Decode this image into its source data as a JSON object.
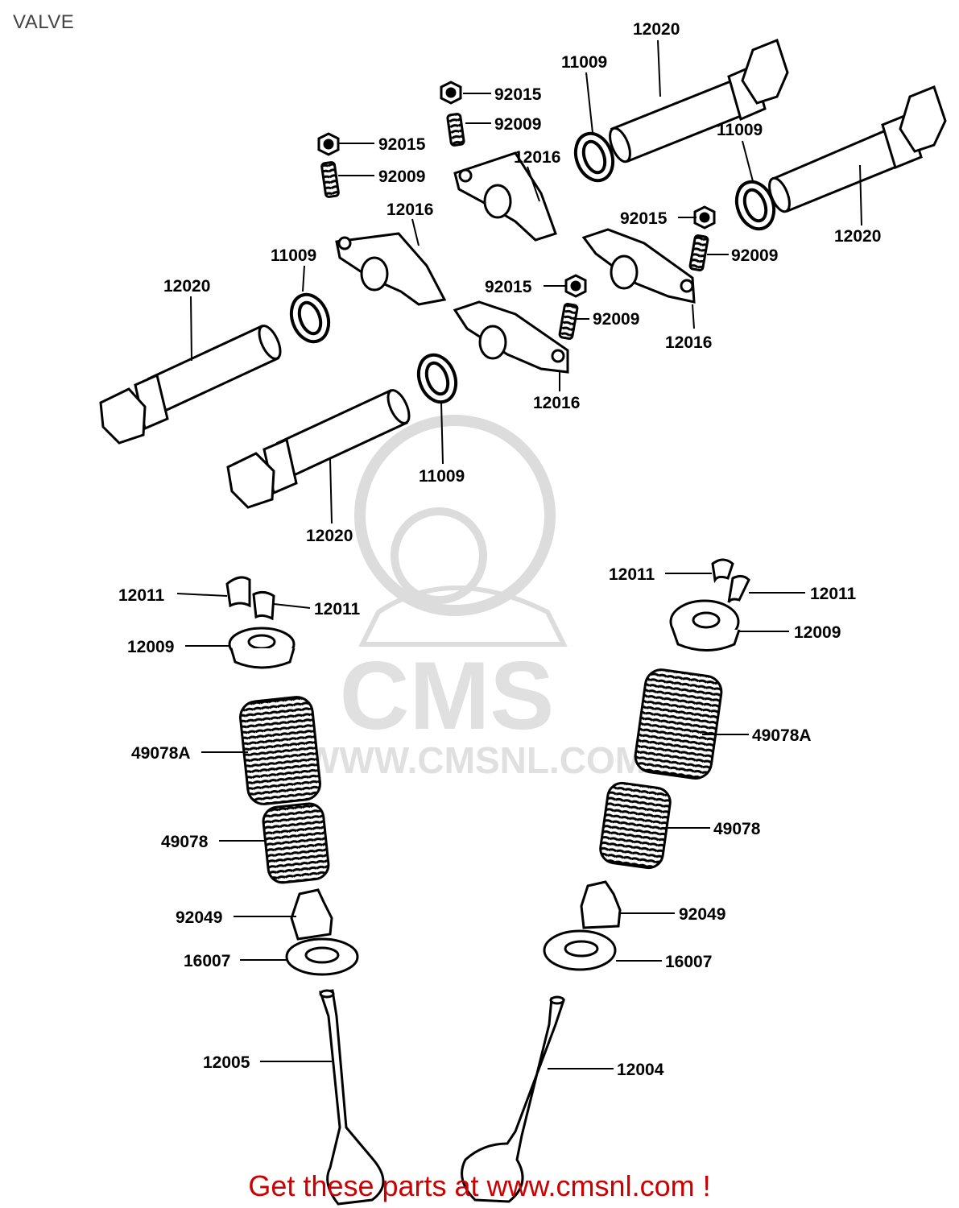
{
  "title": "VALVE",
  "footer": "Get these parts at www.cmsnl.com !",
  "watermark": {
    "brand": "CMS",
    "url": "WWW.CMSNL.COM"
  },
  "labels": {
    "l12020_a": "12020",
    "l11009_a": "11009",
    "l92015_a": "92015",
    "l92009_a": "92009",
    "l12016_a": "12016",
    "l92015_b": "92015",
    "l92009_b": "92009",
    "l12016_b": "12016",
    "l11009_b": "11009",
    "l12020_b": "12020",
    "l11009_c": "11009",
    "l12020_c": "12020",
    "l92015_c": "92015",
    "l92009_c": "92009",
    "l12016_c": "12016",
    "l92015_d": "92015",
    "l92009_d": "92009",
    "l12016_d": "12016",
    "l11009_d": "11009",
    "l12020_d": "12020",
    "l12011_a": "12011",
    "l12011_b": "12011",
    "l12009_a": "12009",
    "l49078A_a": "49078A",
    "l49078_a": "49078",
    "l92049_a": "92049",
    "l16007_a": "16007",
    "l12005": "12005",
    "l12011_c": "12011",
    "l12011_d": "12011",
    "l12009_b": "12009",
    "l49078A_b": "49078A",
    "l49078_b": "49078",
    "l92049_b": "92049",
    "l16007_b": "16007",
    "l12004": "12004"
  },
  "colors": {
    "line": "#000000",
    "watermark": "#e3e3e3",
    "footer": "#cc0000"
  }
}
